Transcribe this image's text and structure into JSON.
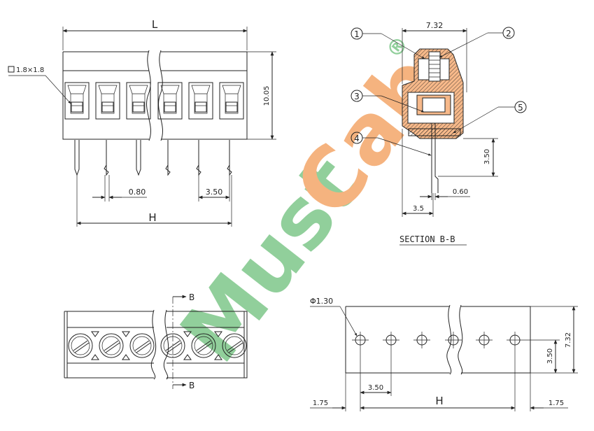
{
  "watermark": {
    "text_green": "Must",
    "text_orange": "Cab",
    "mark": "®",
    "color_green": "#6dbf7a",
    "color_orange": "#f29a55"
  },
  "front_view": {
    "dim_L": "L",
    "dim_height": "10.05",
    "square_label": "1.8×1.8",
    "dim_pin_width": "0.80",
    "dim_pitch": "3.50",
    "dim_H": "H"
  },
  "section": {
    "dim_top": "7.32",
    "callouts": [
      "1",
      "2",
      "3",
      "4",
      "5"
    ],
    "dim_pin_height": "3.50",
    "dim_pin_thickness": "0.60",
    "dim_bottom": "3.5",
    "title": "SECTION B-B"
  },
  "top_view": {
    "section_mark_top": "B",
    "section_mark_bottom": "B"
  },
  "pcb_layout": {
    "hole_dia": "Φ1.30",
    "dim_height": "7.32",
    "dim_row": "3.50",
    "dim_pitch": "3.50",
    "dim_margin_left": "1.75",
    "dim_H": "H",
    "dim_margin_right": "1.75"
  },
  "colors": {
    "line": "#222222",
    "hatch_orange": "#f4a86a"
  }
}
